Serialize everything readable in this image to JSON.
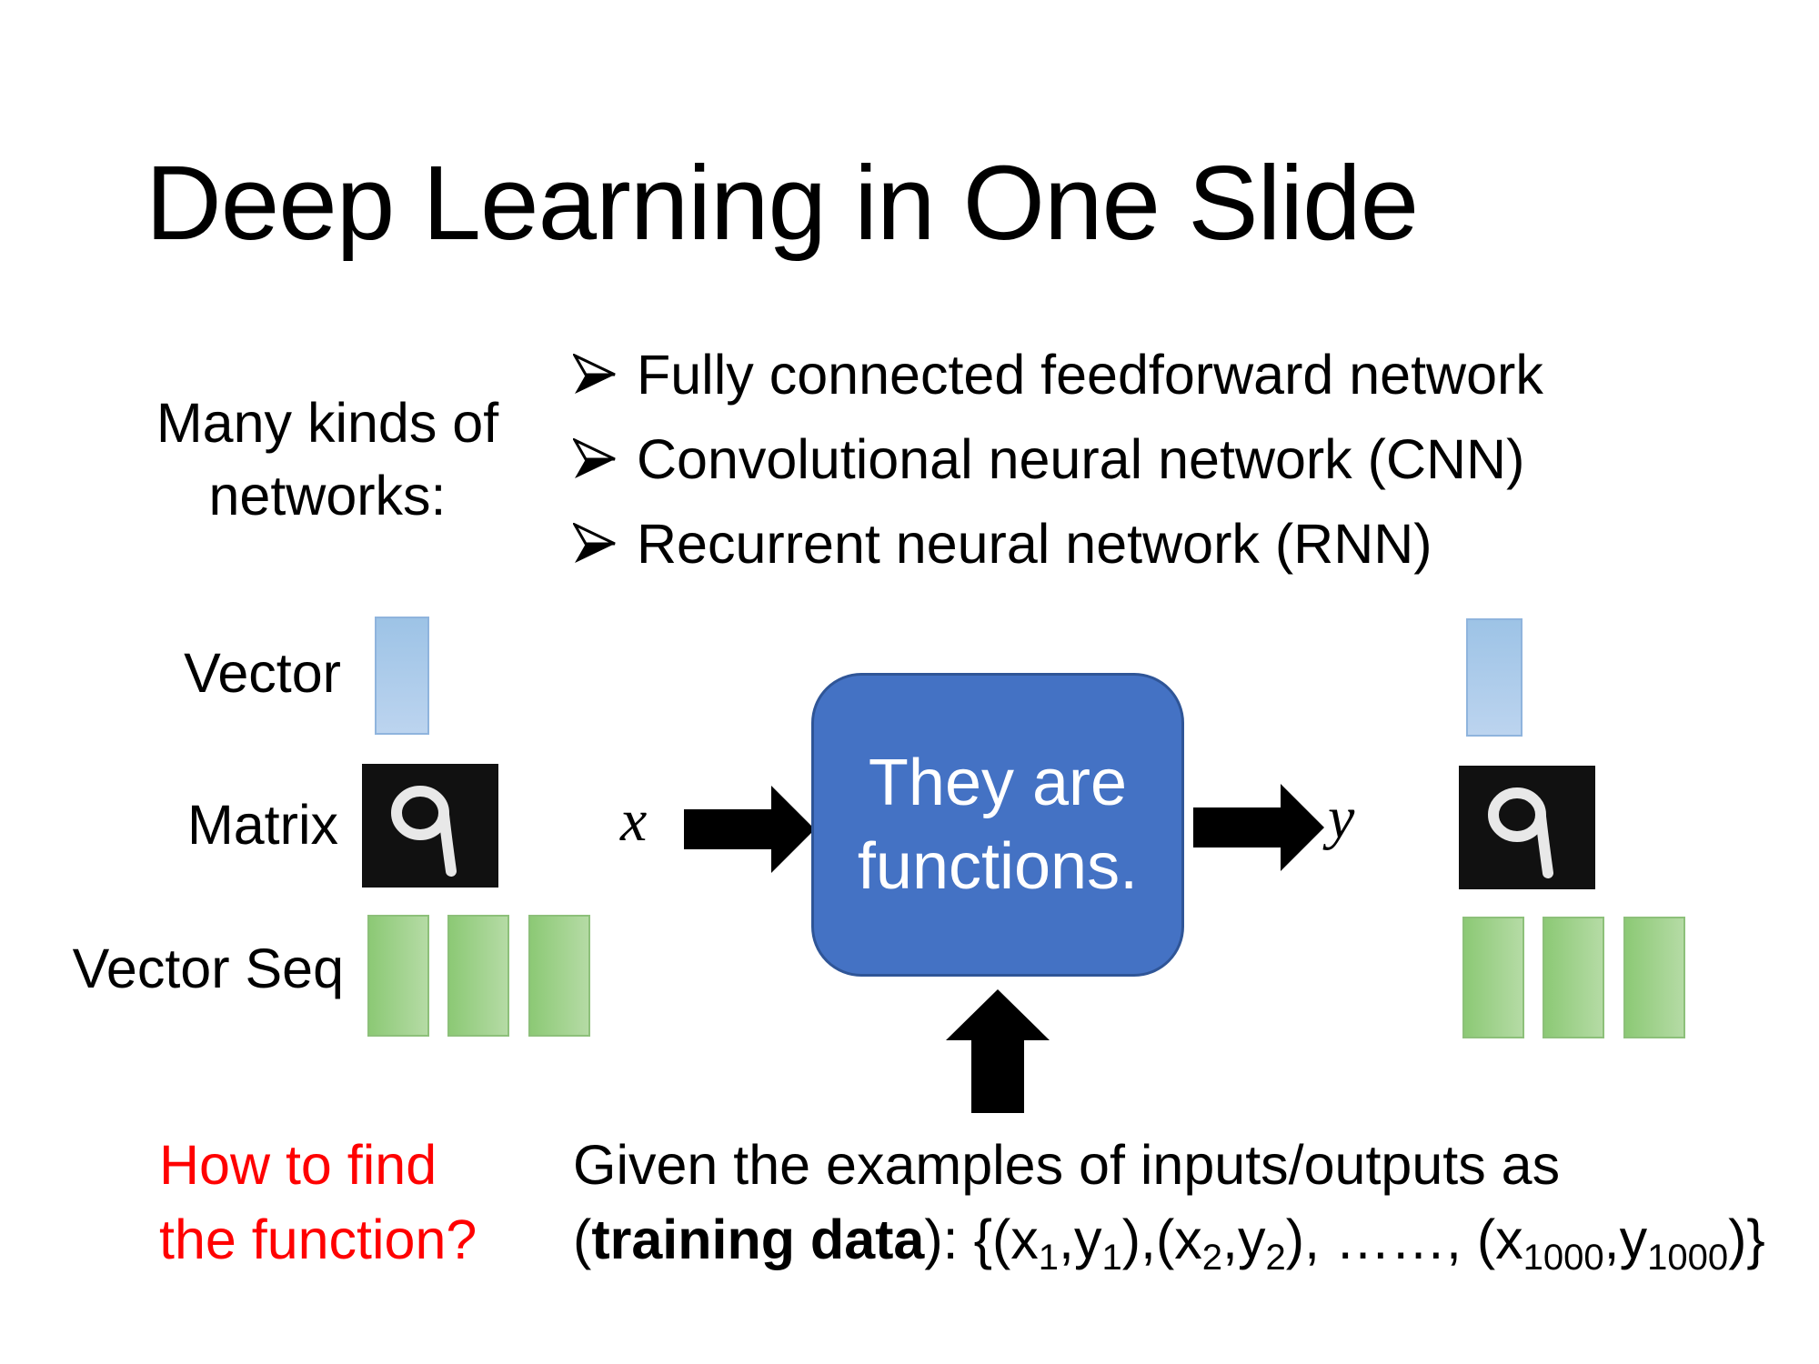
{
  "title": "Deep Learning in One Slide",
  "kinds_label": [
    "Many kinds of",
    "networks:"
  ],
  "bullets": [
    "Fully connected feedforward network",
    "Convolutional neural network (CNN)",
    "Recurrent neural network (RNN)"
  ],
  "input_types": {
    "vector": "Vector",
    "matrix": "Matrix",
    "vector_seq": "Vector Seq"
  },
  "function_box": [
    "They are",
    "functions."
  ],
  "input_symbol": "x",
  "output_symbol": "y",
  "question": [
    "How to find",
    "the function?"
  ],
  "training": {
    "line1": "Given the examples of inputs/outputs as",
    "open_paren": "(",
    "bold": "training data",
    "after_bold": "): {(x",
    "s1": "1",
    "c1": ",y",
    "s2": "1",
    "t1": "),(x",
    "s3": "2",
    "c2": ",y",
    "s4": "2",
    "t2": "), ……, (x",
    "s5": "1000",
    "c3": ",y",
    "s6": "1000",
    "end": ")}"
  },
  "colors": {
    "function_box": "#4472c4",
    "vector_blue": "#9dc3e6",
    "vector_green": "#8cc975",
    "question_text": "#ff0000"
  },
  "icons": [
    "bullet-arrow-icon",
    "right-arrow-icon",
    "up-arrow-icon",
    "digit-9-image"
  ]
}
